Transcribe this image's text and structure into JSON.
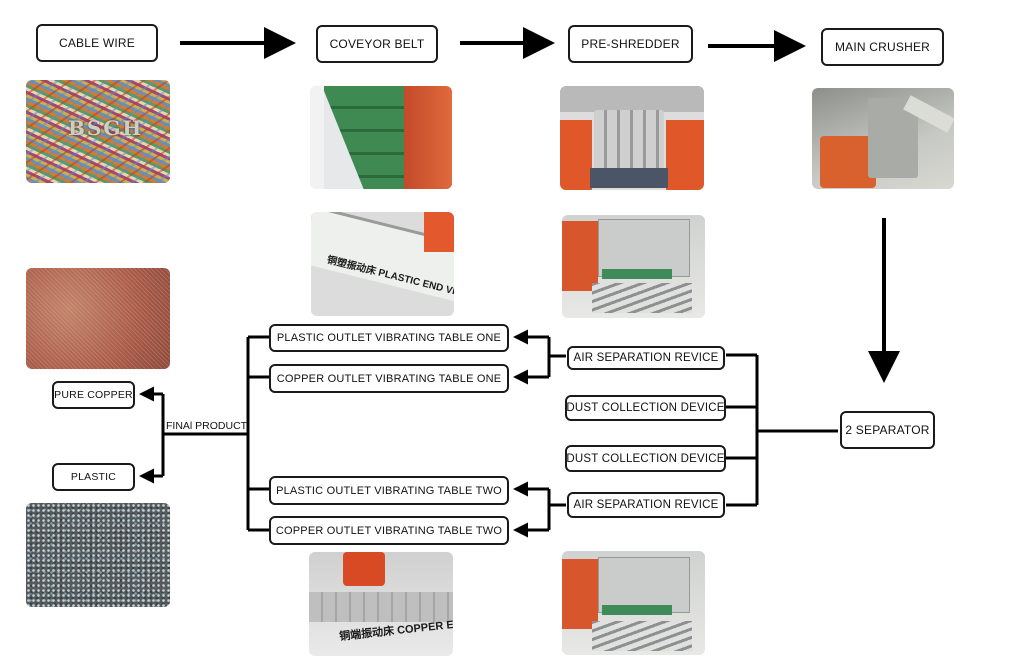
{
  "steps": {
    "cable_wire": "CABLE WIRE",
    "conveyor_belt": "COVEYOR BELT",
    "pre_shredder": "PRE-SHREDDER",
    "main_crusher": "MAIN CRUSHER",
    "separator": "2 SEPARATOR"
  },
  "devices": {
    "air_sep_1": "AIR SEPARATION REVICE",
    "dust_1": "DUST COLLECTION DEVICE",
    "dust_2": "DUST COLLECTION DEVICE",
    "air_sep_2": "AIR SEPARATION REVICE"
  },
  "tables": {
    "plastic_one": "PLASTIC OUTLET VIBRATING TABLE ONE",
    "copper_one": "COPPER OUTLET VIBRATING TABLE ONE",
    "plastic_two": "PLASTIC OUTLET VIBRATING TABLE TWO",
    "copper_two": "COPPER OUTLET VIBRATING TABLE TWO"
  },
  "final": {
    "label": "FINAl PRODUCT",
    "pure_copper": "PURE COPPER",
    "plastic": "PLASTIC"
  },
  "photo_text": {
    "brand": "BSGH",
    "belt_sign_1": "铜塑振动床 PLASTIC END VIBRATING",
    "belt_sign_2": "铜端振动床 COPPER E"
  }
}
